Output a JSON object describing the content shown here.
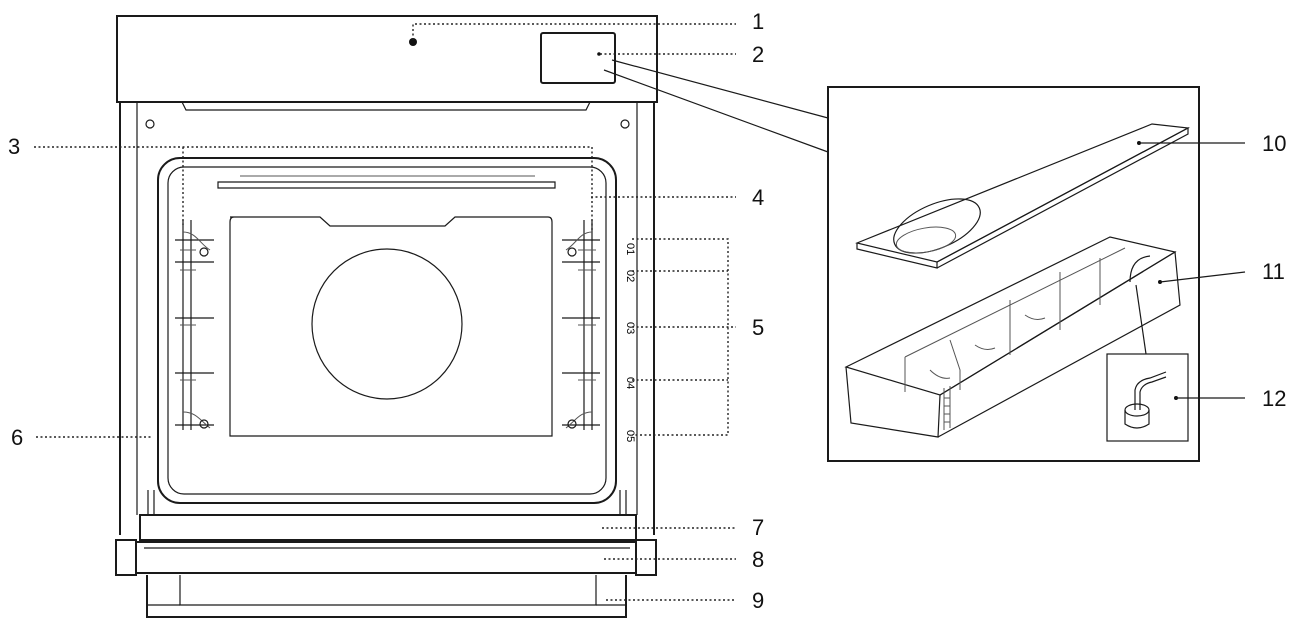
{
  "callouts": [
    {
      "id": "1",
      "label": "1"
    },
    {
      "id": "2",
      "label": "2"
    },
    {
      "id": "3",
      "label": "3"
    },
    {
      "id": "4",
      "label": "4"
    },
    {
      "id": "5",
      "label": "5"
    },
    {
      "id": "6",
      "label": "6"
    },
    {
      "id": "7",
      "label": "7"
    },
    {
      "id": "8",
      "label": "8"
    },
    {
      "id": "9",
      "label": "9"
    },
    {
      "id": "10",
      "label": "10"
    },
    {
      "id": "11",
      "label": "11"
    },
    {
      "id": "12",
      "label": "12"
    }
  ],
  "shelf_level_marks": [
    "01",
    "02",
    "03",
    "04",
    "05"
  ]
}
